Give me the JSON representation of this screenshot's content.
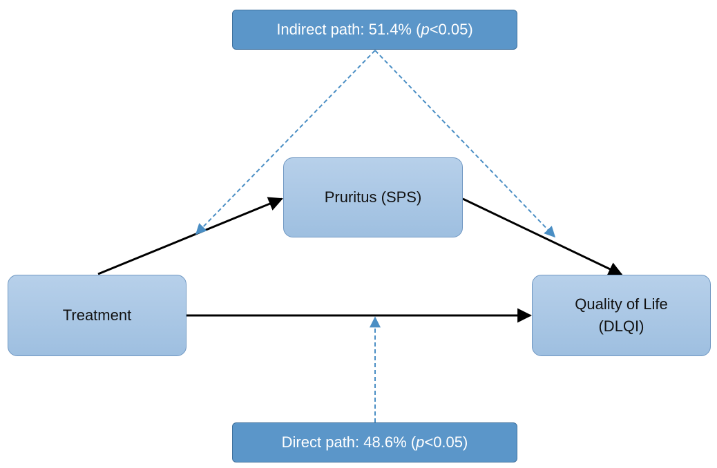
{
  "nodes": {
    "treatment": {
      "label": "Treatment"
    },
    "pruritus": {
      "label": "Pruritus (SPS)"
    },
    "qol": {
      "line1": "Quality of Life",
      "line2": "(DLQI)"
    }
  },
  "callouts": {
    "indirect": {
      "prefix": "Indirect path: 51.4% (",
      "p": "p",
      "suffix": "<0.05)"
    },
    "direct": {
      "prefix": "Direct path: 48.6% (",
      "p": "p",
      "suffix": "<0.05)"
    }
  },
  "colors": {
    "box_top": "#b7d0ea",
    "box_bottom": "#9ebfe0",
    "box_border": "#6f97c2",
    "callout_fill": "#5b96c9",
    "callout_border": "#3d6f9c",
    "solid_arrow": "#000000",
    "dashed_arrow": "#4a8ec4"
  }
}
